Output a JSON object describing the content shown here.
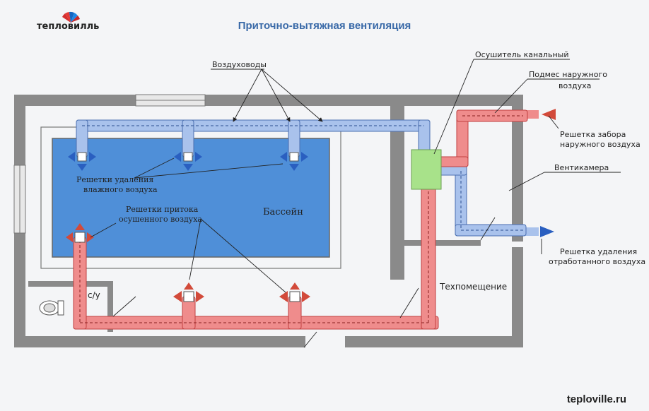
{
  "brand": {
    "logo_text": "тепловилль",
    "site": "teploville.ru"
  },
  "title": "Приточно-вытяжная вентиляция",
  "labels": {
    "ducts": "Воздуховоды",
    "dehumidifier": "Осушитель канальный",
    "outside_supply_1": "Подмес наружного",
    "outside_supply_2": "воздуха",
    "intake_grille_1": "Решетка забора",
    "intake_grille_2": "наружного воздуха",
    "vent_chamber": "Вентикамера",
    "exhaust_grille_1": "Решетка удаления",
    "exhaust_grille_2": "отработанного воздуха",
    "humid_removal_1": "Решетки удаления",
    "humid_removal_2": "влажного воздуха",
    "pool": "Бассейн",
    "dry_supply_1": "Решетки притока",
    "dry_supply_2": "осушенного воздуха",
    "tech_room": "Техпомещение",
    "wc": "с/у"
  },
  "colors": {
    "wall": "#8a8a8a",
    "pool": "#4f8fd8",
    "supply_duct": "#ef8c8c",
    "exhaust_duct": "#a9c2ec",
    "dehumidifier": "#a8e28a",
    "red_arrow": "#d24a3a",
    "blue_arrow": "#2a5fc0",
    "title": "#3a6aa8"
  }
}
